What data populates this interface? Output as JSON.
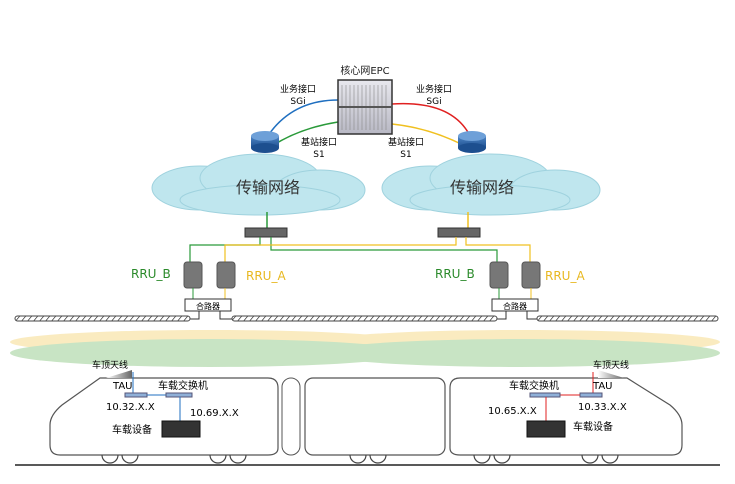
{
  "core": {
    "label": "核心网EPC"
  },
  "interfaces": {
    "sgi_left": {
      "line1": "业务接口",
      "line2": "SGi"
    },
    "sgi_right": {
      "line1": "业务接口",
      "line2": "SGi"
    },
    "s1_left": {
      "line1": "基站接口",
      "line2": "S1"
    },
    "s1_right": {
      "line1": "基站接口",
      "line2": "S1"
    }
  },
  "clouds": {
    "left": "传输网络",
    "right": "传输网络"
  },
  "rru": {
    "left_b": "RRU_B",
    "left_a": "RRU_A",
    "right_b": "RRU_B",
    "right_a": "RRU_A"
  },
  "combiner": {
    "left": "合路器",
    "right": "合路器"
  },
  "train": {
    "left": {
      "antenna": "车顶天线",
      "tau": "TAU",
      "switch": "车载交换机",
      "tau_ip": "10.32.X.X",
      "switch_ip": "10.69.X.X",
      "device": "车载设备"
    },
    "right": {
      "antenna": "车顶天线",
      "tau": "TAU",
      "switch": "车载交换机",
      "tau_ip": "10.33.X.X",
      "switch_ip": "10.65.X.X",
      "device": "车载设备"
    }
  },
  "colors": {
    "blue": "#1f6fc0",
    "red": "#e02020",
    "green": "#2a9a3a",
    "yellow": "#f0c020",
    "cloud": "#bfe6ee",
    "rru_b_text": "#2a8a2a",
    "rru_a_text": "#e8b820"
  }
}
